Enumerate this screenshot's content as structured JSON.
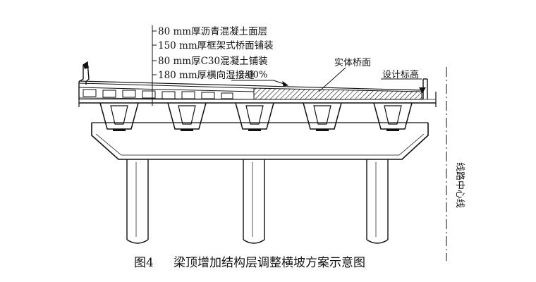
{
  "layers": [
    "80 mm厚沥青混凝土面层",
    "150 mm厚框架式桥面铺装",
    "80 mm厚C30混凝土铺装",
    "180 mm厚横向湿接缝"
  ],
  "slope": "2.00%",
  "solid_deck": "实体桥面",
  "design_elevation": "设计标高",
  "centerline": "线路中心线",
  "caption": {
    "number": "图4",
    "title": "梁顶增加结构层调整横坡方案示意图"
  }
}
